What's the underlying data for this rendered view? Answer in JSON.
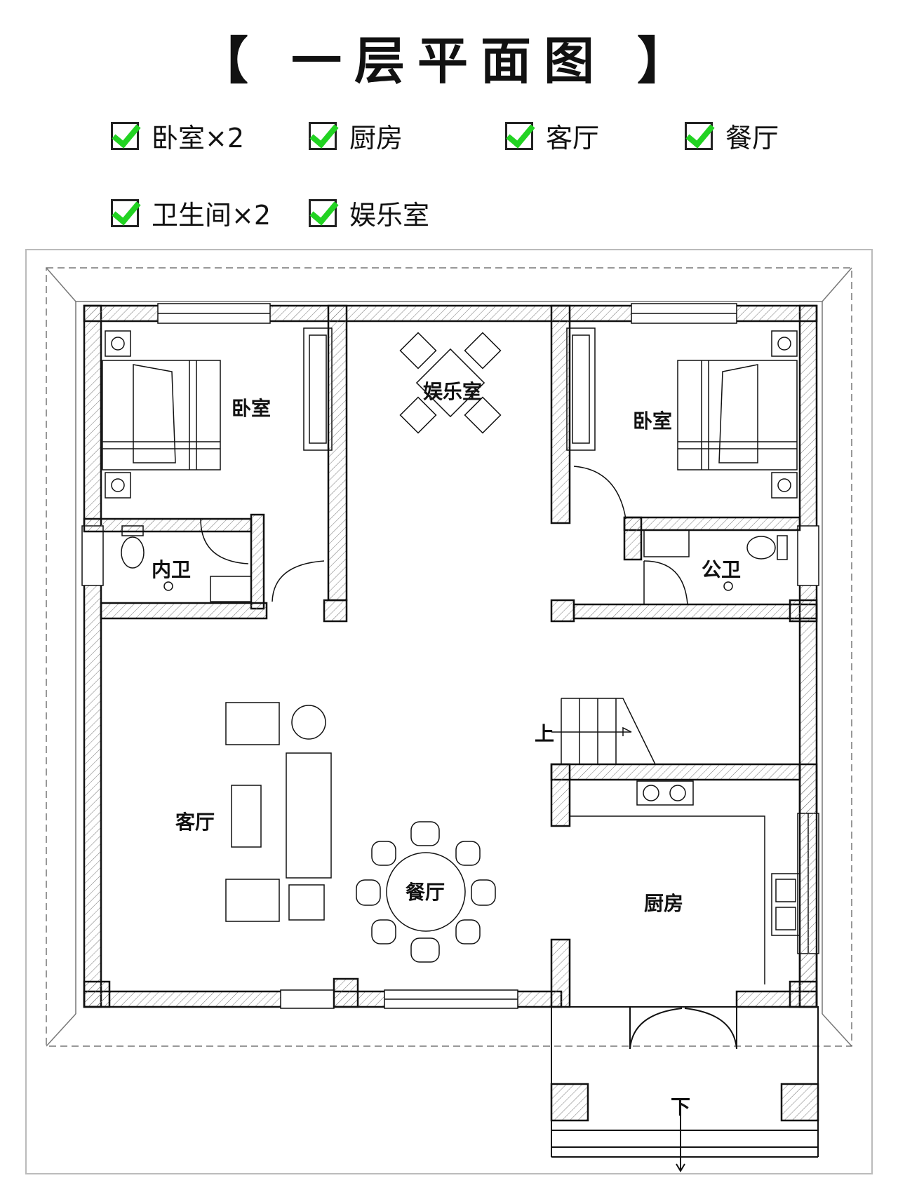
{
  "title": "【 一层平面图 】",
  "features": [
    {
      "label": "卧室×2"
    },
    {
      "label": "厨房"
    },
    {
      "label": "客厅"
    },
    {
      "label": "餐厅"
    },
    {
      "label": "卫生间×2"
    },
    {
      "label": "娱乐室"
    }
  ],
  "rooms": {
    "bedroom_left": "卧室",
    "entertainment": "娱乐室",
    "bedroom_right": "卧室",
    "inner_bath": "内卫",
    "public_bath": "公卫",
    "living": "客厅",
    "dining": "餐厅",
    "kitchen": "厨房",
    "stairs_up": "上",
    "steps_down": "下"
  },
  "colors": {
    "check": "#22d322",
    "wall": "#111111"
  }
}
